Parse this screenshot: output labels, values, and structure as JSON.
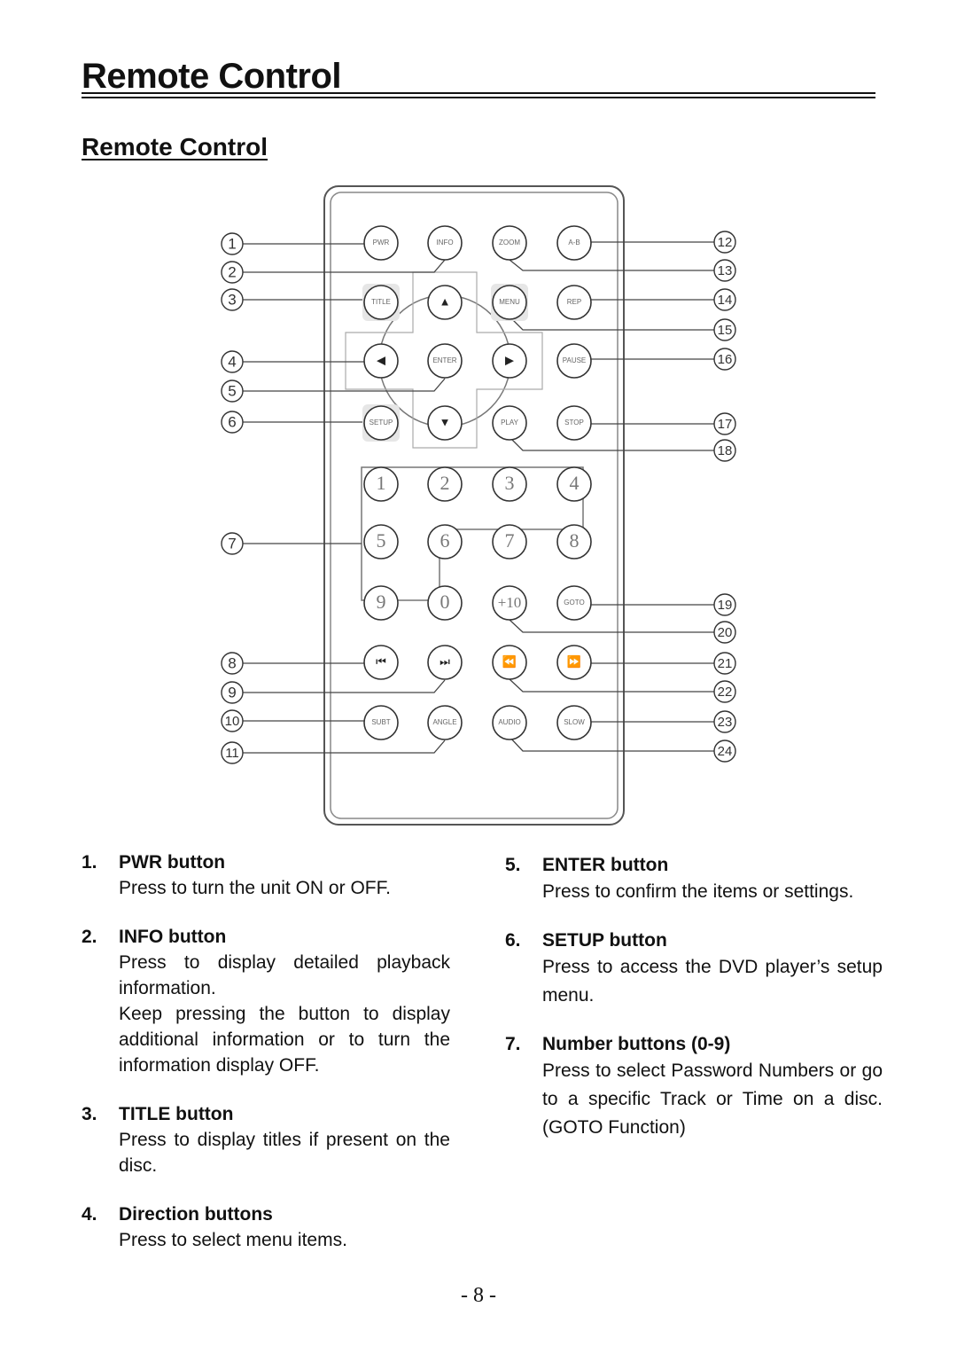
{
  "page": {
    "title": "Remote Control",
    "section_title": "Remote Control",
    "page_number": "- 8 -"
  },
  "remote": {
    "callouts": [
      "1",
      "2",
      "3",
      "4",
      "5",
      "6",
      "7",
      "8",
      "9",
      "10",
      "11",
      "12",
      "13",
      "14",
      "15",
      "16",
      "17",
      "18",
      "19",
      "20",
      "21",
      "22",
      "23",
      "24"
    ],
    "rows": [
      [
        "PWR",
        "INFO",
        "ZOOM",
        "A-B"
      ],
      [
        "TITLE",
        "▲",
        "MENU",
        "REP"
      ],
      [
        "◀",
        "ENTER",
        "▶",
        "PAUSE"
      ],
      [
        "SETUP",
        "▼",
        "PLAY",
        "STOP"
      ],
      [
        "1",
        "2",
        "3",
        "4"
      ],
      [
        "5",
        "6",
        "7",
        "8"
      ],
      [
        "9",
        "0",
        "+10",
        "GOTO"
      ],
      [
        "⏮",
        "⏭",
        "⏪",
        "⏩"
      ],
      [
        "SUBT",
        "ANGLE",
        "AUDIO",
        "SLOW"
      ]
    ]
  },
  "items_left": [
    {
      "num": "1.",
      "heading": "PWR button",
      "desc": [
        "Press to turn the unit ON or OFF."
      ]
    },
    {
      "num": "2.",
      "heading": "INFO button",
      "desc": [
        "Press to display detailed playback information.",
        "Keep pressing the button to display additional information or to turn the information display OFF."
      ]
    },
    {
      "num": "3.",
      "heading": "TITLE button",
      "desc": [
        "Press to display titles if present on the disc."
      ]
    },
    {
      "num": "4.",
      "heading": "Direction buttons",
      "desc": [
        "Press to select menu items."
      ]
    }
  ],
  "items_right": [
    {
      "num": "5.",
      "heading": "ENTER button",
      "desc": [
        "Press to confirm the items or settings."
      ]
    },
    {
      "num": "6.",
      "heading": "SETUP button",
      "desc": [
        "Press to access the DVD player’s setup menu."
      ]
    },
    {
      "num": "7.",
      "heading": "Number buttons (0-9)",
      "desc": [
        "Press to select Password Numbers or go to a specific Track or Time on a disc. (GOTO Function)"
      ]
    }
  ]
}
